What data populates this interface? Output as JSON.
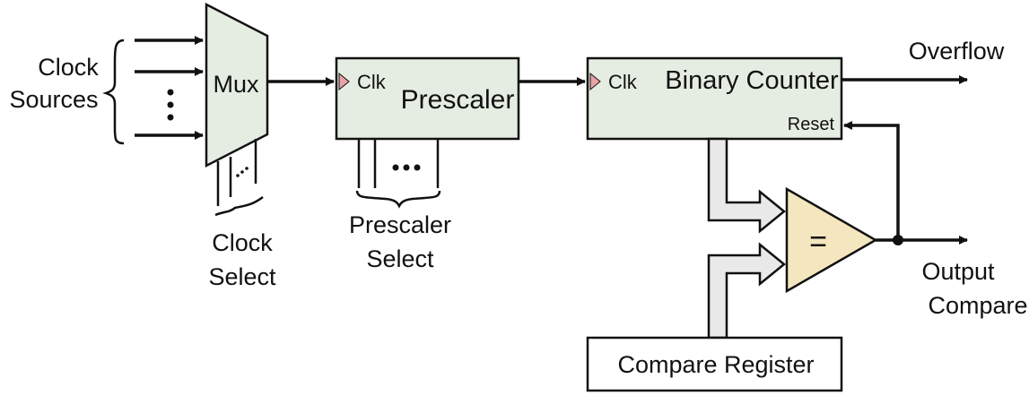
{
  "clock_sources": {
    "line1": "Clock",
    "line2": "Sources"
  },
  "mux": {
    "label": "Mux"
  },
  "clock_select": {
    "line1": "Clock",
    "line2": "Select"
  },
  "prescaler": {
    "clk_label": "Clk",
    "label": "Prescaler"
  },
  "prescaler_select": {
    "line1": "Prescaler",
    "line2": "Select"
  },
  "binary_counter": {
    "clk_label": "Clk",
    "label": "Binary Counter",
    "reset_label": "Reset"
  },
  "overflow": {
    "label": "Overflow"
  },
  "comparator": {
    "symbol": "="
  },
  "output_compare": {
    "line1": "Output",
    "line2": "Compare"
  },
  "compare_register": {
    "label": "Compare Register"
  },
  "colors": {
    "block_fill": "#e5ede2",
    "comparator_fill": "#f4e6be",
    "clock_marker": "#e8a3a6",
    "bus_fill": "#e9e9e9",
    "line": "#111111"
  }
}
